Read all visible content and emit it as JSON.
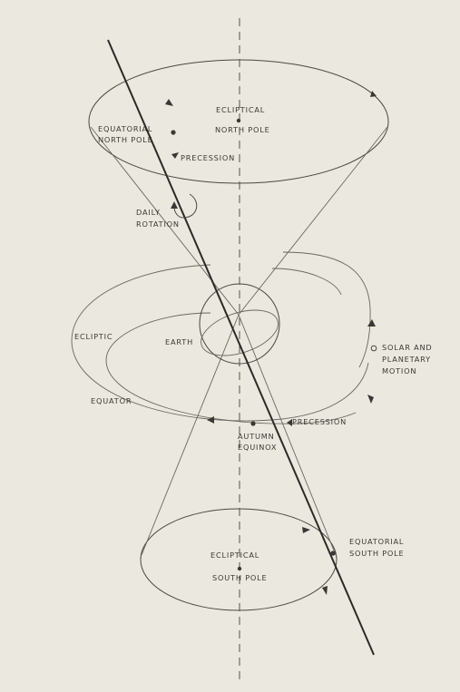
{
  "labels": {
    "ecliptical_north_pole_1": "ECLIPTICAL",
    "ecliptical_north_pole_2": "NORTH POLE",
    "equatorial_north_pole_1": "EQUATORIAL",
    "equatorial_north_pole_2": "NORTH POLE",
    "precession_top": "PRECESSION",
    "daily_rotation_1": "DAILY",
    "daily_rotation_2": "ROTATION",
    "ecliptic": "ECLIPTIC",
    "earth": "EARTH",
    "solar_motion_1": "SOLAR AND",
    "solar_motion_2": "PLANETARY",
    "solar_motion_3": "MOTION",
    "equator": "EQUATOR",
    "precession_bottom": "PRECESSION",
    "autumn_equinox_1": "AUTUMN",
    "autumn_equinox_2": "EQUINOX",
    "equatorial_south_pole_1": "EQUATORIAL",
    "equatorial_south_pole_2": "SOUTH POLE",
    "ecliptical_south_pole_1": "ECLIPTICAL",
    "ecliptical_south_pole_2": "SOUTH POLE"
  },
  "colors": {
    "background": "#ebe8df",
    "ink": "#3a3835"
  }
}
